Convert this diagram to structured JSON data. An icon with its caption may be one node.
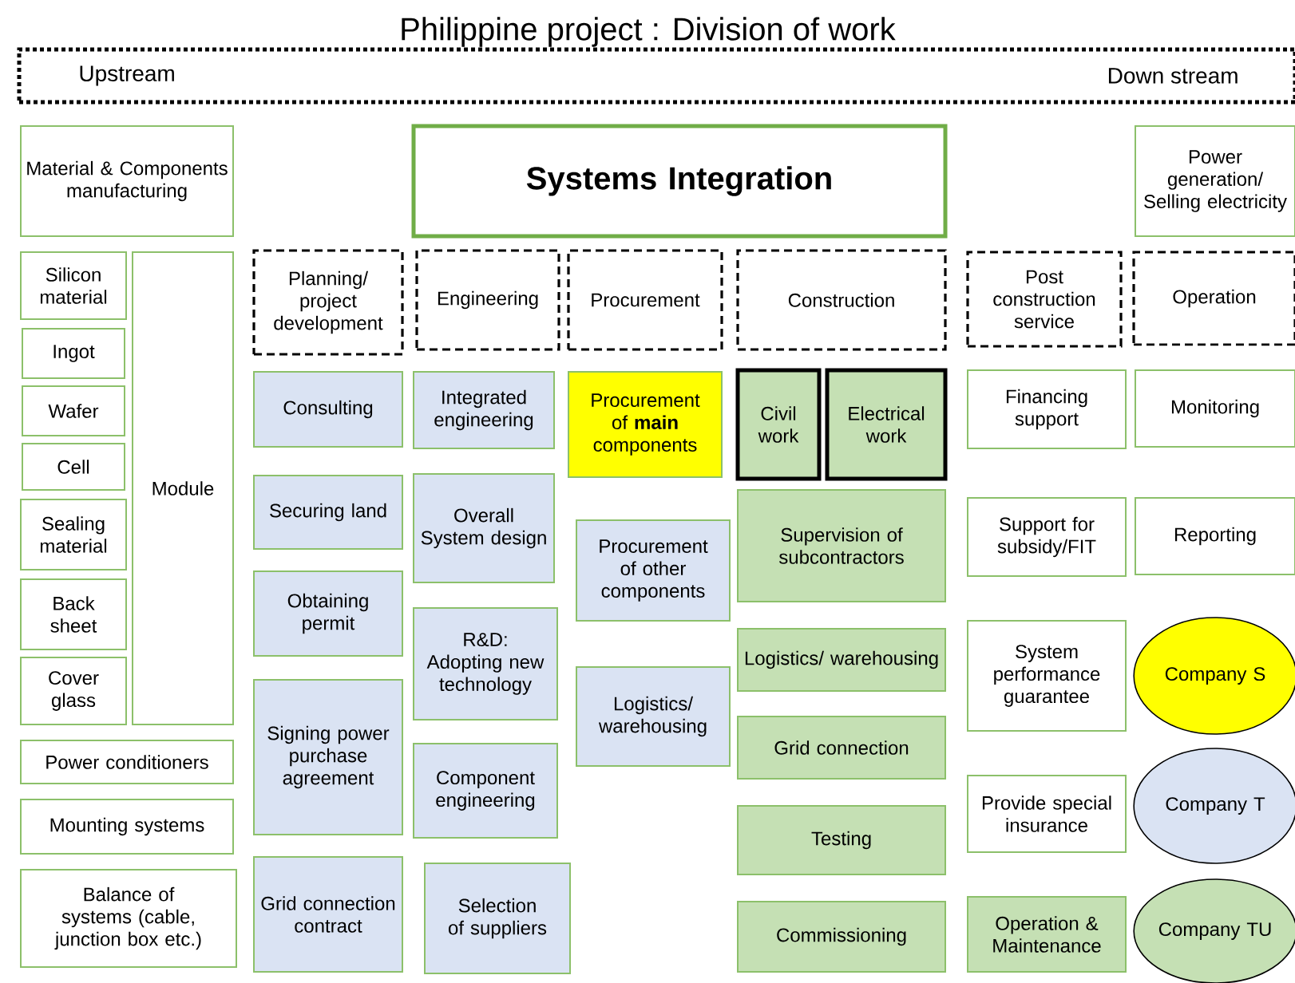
{
  "diagram": {
    "title": "Philippine project : Division of work",
    "nodes": [
      {
        "text": [
          "Upstream",
          "Down stream"
        ]
      },
      {
        "text": [
          "Material & Components manufacturing"
        ]
      },
      {
        "text": [
          "Systems Integration"
        ]
      },
      {
        "text": [
          "Power generation/ Selling electricity"
        ]
      },
      {
        "text": [
          "Silicon material"
        ]
      },
      {
        "text": [
          "Module"
        ]
      },
      {
        "text": [
          "Ingot"
        ]
      },
      {
        "text": [
          "Wafer"
        ]
      },
      {
        "text": [
          "Cell"
        ]
      },
      {
        "text": [
          "Sealing material"
        ]
      },
      {
        "text": [
          "Back sheet"
        ]
      },
      {
        "text": [
          "Cover glass"
        ]
      },
      {
        "text": [
          "Power conditioners"
        ]
      },
      {
        "text": [
          "Mounting systems"
        ]
      },
      {
        "text": [
          "Balance of systems (cable, junction box etc.)"
        ]
      },
      {
        "text": [
          "Planning/ project development"
        ]
      },
      {
        "text": [
          "Engineering"
        ]
      },
      {
        "text": [
          "Procurement"
        ]
      },
      {
        "text": [
          "Construction"
        ]
      },
      {
        "text": [
          "Post construction service"
        ]
      },
      {
        "text": [
          "Operation"
        ]
      },
      {
        "text": [
          "Consulting"
        ]
      },
      {
        "text": [
          "Integrated engineering"
        ]
      },
      {
        "text": [
          "Procurement of **main** components"
        ]
      },
      {
        "text": [
          "Civil work"
        ]
      },
      {
        "text": [
          "Electrical work"
        ]
      },
      {
        "text": [
          "Financing support"
        ]
      },
      {
        "text": [
          "Monitoring"
        ]
      },
      {
        "text": [
          "Securing land"
        ]
      },
      {
        "text": [
          "Overall System design"
        ]
      },
      {
        "text": [
          "Supervision of subcontractors"
        ]
      },
      {
        "text": [
          "Support for subsidy/FIT"
        ]
      },
      {
        "text": [
          "Reporting"
        ]
      },
      {
        "text": [
          "Procurement of other components"
        ]
      },
      {
        "text": [
          "Obtaining permit"
        ]
      },
      {
        "text": [
          "R&D: Adopting new technology"
        ]
      },
      {
        "text": [
          "Logistics/ warehousing"
        ]
      },
      {
        "text": [
          "Logistics/ warehousing"
        ]
      },
      {
        "text": [
          "System performance guarantee"
        ]
      },
      {
        "text": [
          "Company S"
        ]
      },
      {
        "text": [
          "Signing power purchase agreement"
        ]
      },
      {
        "text": [
          "Grid connection"
        ]
      },
      {
        "text": [
          "Component engineering"
        ]
      },
      {
        "text": [
          "Provide special insurance"
        ]
      },
      {
        "text": [
          "Company T"
        ]
      },
      {
        "text": [
          "Testing"
        ]
      },
      {
        "text": [
          "Grid connection contract"
        ]
      },
      {
        "text": [
          "Selection of suppliers"
        ]
      },
      {
        "text": [
          "Commissioning"
        ]
      },
      {
        "text": [
          "Operation & Maintenance"
        ]
      },
      {
        "text": [
          "Company TU"
        ]
      }
    ]
  }
}
